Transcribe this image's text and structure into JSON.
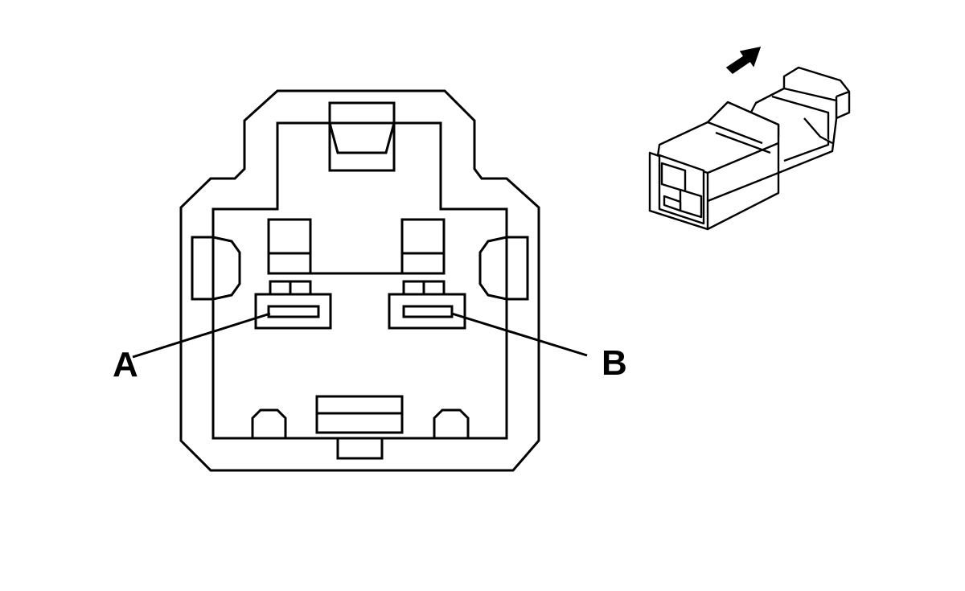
{
  "diagram": {
    "colors": {
      "stroke": "#000000",
      "background": "#ffffff"
    },
    "face_view": {
      "terminals": [
        {
          "id": "A",
          "label": "A"
        },
        {
          "id": "B",
          "label": "B"
        }
      ]
    },
    "isometric_view": {
      "direction_icon": "arrow-up-right-icon"
    }
  }
}
